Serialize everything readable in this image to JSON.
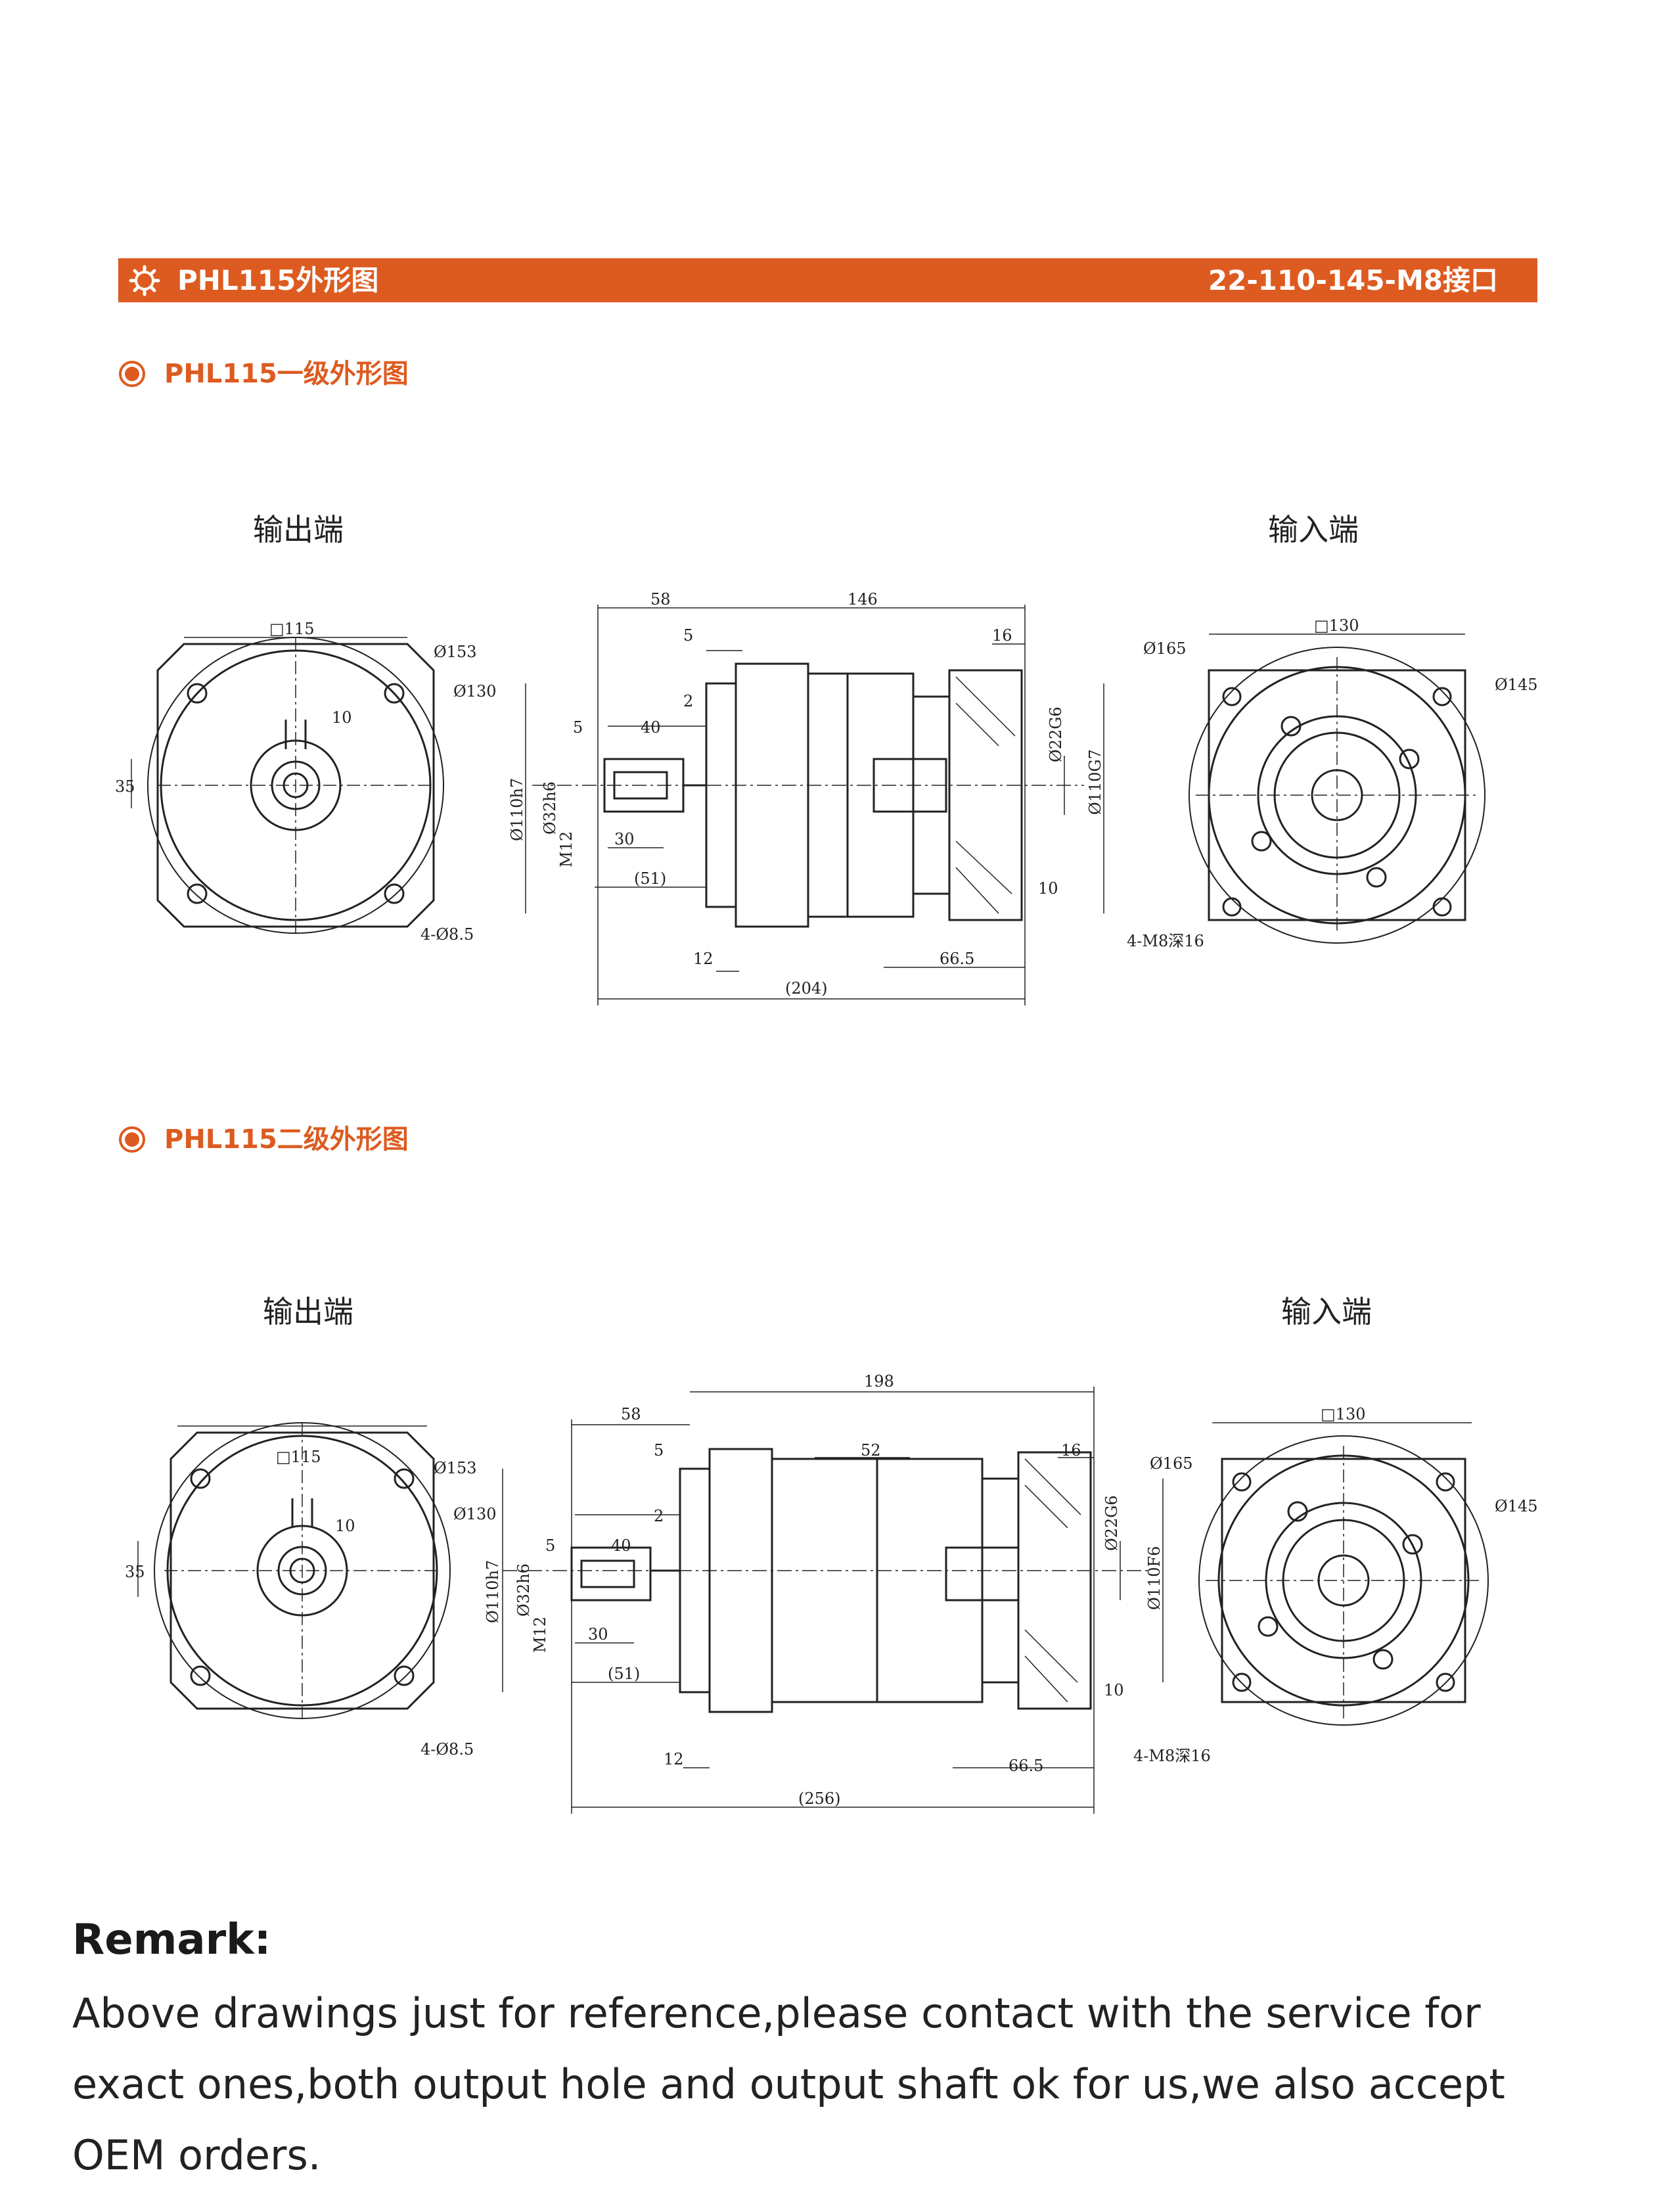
{
  "banner": {
    "title": "PHL115外形图",
    "spec": "22-110-145-M8接口",
    "color": "#dd5b20"
  },
  "stage1": {
    "heading": "PHL115一级外形图",
    "output_label": "输出端",
    "input_label": "输入端",
    "dims": {
      "sq115": "□115",
      "d153": "Ø153",
      "d130": "Ø130",
      "w10": "10",
      "h35": "35",
      "holes": "4-Ø8.5",
      "len58": "58",
      "len146": "146",
      "len5a": "5",
      "len16": "16",
      "len2": "2",
      "len5b": "5",
      "len40": "40",
      "d110h7": "Ø110h7",
      "d32h6": "Ø32h6",
      "m12": "M12",
      "len30": "30",
      "len51": "(51)",
      "len12": "12",
      "len665": "66.5",
      "len204": "(204)",
      "d22g6": "Ø22G6",
      "d110g7": "Ø110G7",
      "len10": "10",
      "sq130": "□130",
      "d165": "Ø165",
      "d145": "Ø145",
      "m8": "4-M8深16"
    }
  },
  "stage2": {
    "heading": "PHL115二级外形图",
    "output_label": "输出端",
    "input_label": "输入端",
    "dims": {
      "sq115": "□115",
      "d153": "Ø153",
      "d130": "Ø130",
      "w10": "10",
      "h35": "35",
      "holes": "4-Ø8.5",
      "len198": "198",
      "len58": "58",
      "len5a": "5",
      "len52": "52",
      "len16": "16",
      "len2": "2",
      "len5b": "5",
      "len40": "40",
      "d110h7": "Ø110h7",
      "d32h6": "Ø32h6",
      "m12": "M12",
      "len30": "30",
      "len51": "(51)",
      "len12": "12",
      "len665": "66.5",
      "len256": "(256)",
      "d22g6": "Ø22G6",
      "d110f6": "Ø110F6",
      "len10": "10",
      "sq130": "□130",
      "d165": "Ø165",
      "d145": "Ø145",
      "m8": "4-M8深16"
    }
  },
  "remark": {
    "title": "Remark:",
    "body": "Above drawings just for reference,please contact with the service for exact ones,both output hole and output shaft ok for us,we also accept OEM orders."
  }
}
